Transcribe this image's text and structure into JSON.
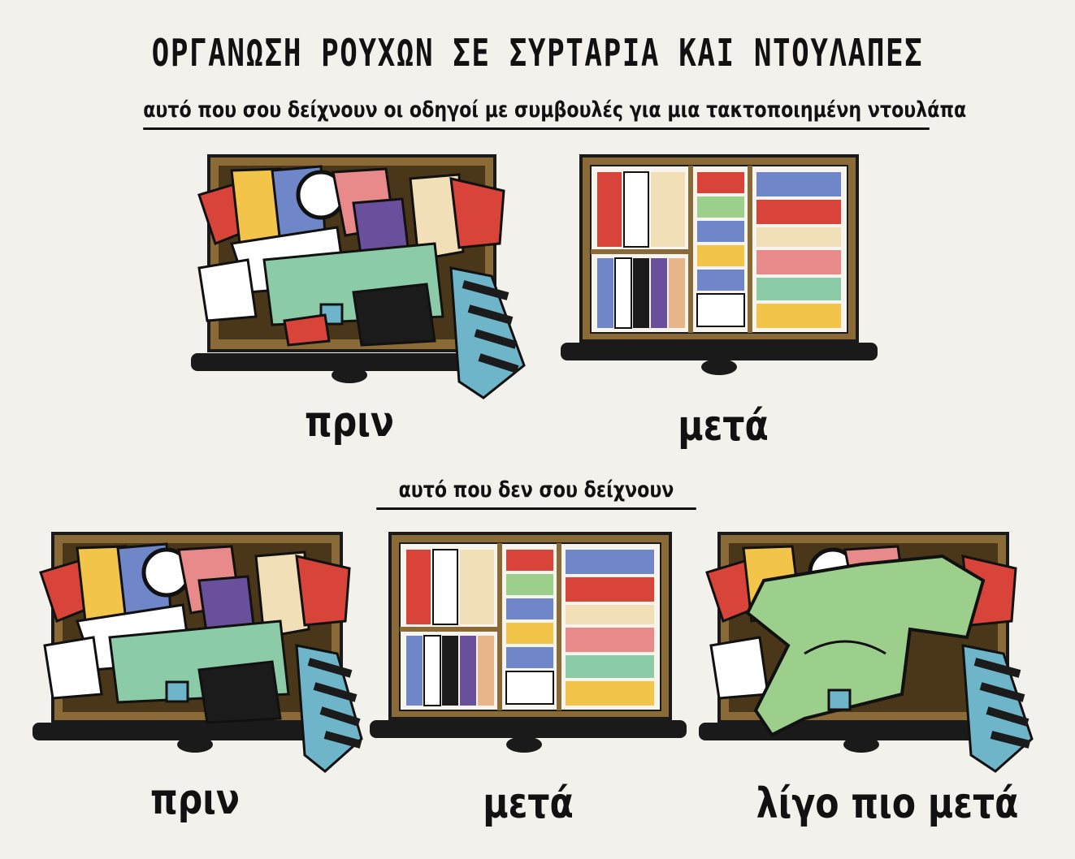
{
  "title": "ΟΡΓΑΝΩΣΗ ΡΟΥΧΩΝ ΣΕ ΣΥΡΤΑΡΙΑ ΚΑΙ ΝΤΟΥΛΑΠΕΣ",
  "section_top": {
    "subtitle": "αυτό που σου δείχνουν οι οδηγοί με συμβουλές για μια τακτοποιημένη ντουλάπα",
    "captions": [
      "πριν",
      "μετά"
    ]
  },
  "section_bottom": {
    "subtitle": "αυτό που δεν σου δείχνουν",
    "captions": [
      "πριν",
      "μετά",
      "λίγο πιο μετά"
    ]
  },
  "colors": {
    "frame": "#8a6a36",
    "frame_dark": "#4a3618",
    "base": "#1a1a1a",
    "red": "#d9443a",
    "yellow": "#f2c44a",
    "blue": "#6f86c8",
    "purple": "#6a4f9c",
    "pink": "#e88a8a",
    "mint": "#8ccba8",
    "green": "#9ccf8c",
    "cream": "#f1dfb7",
    "teal": "#6fb5c9",
    "black": "#1b1b1b"
  }
}
